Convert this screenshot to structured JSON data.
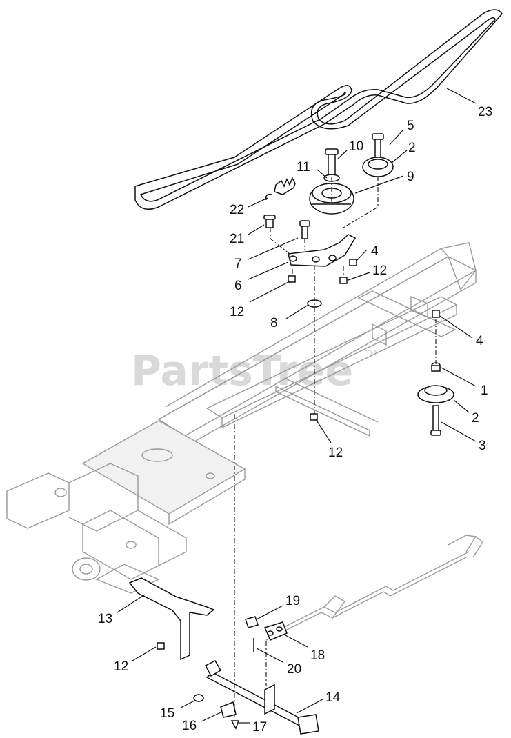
{
  "watermark": {
    "text": "PartsTree",
    "trademark": "TM"
  },
  "callouts": [
    "23",
    "5",
    "10",
    "2",
    "11",
    "9",
    "22",
    "21",
    "4",
    "7",
    "12",
    "6",
    "12",
    "8",
    "4",
    "1",
    "2",
    "3",
    "12",
    "19",
    "13",
    "18",
    "12",
    "20",
    "14",
    "15",
    "16",
    "17"
  ]
}
